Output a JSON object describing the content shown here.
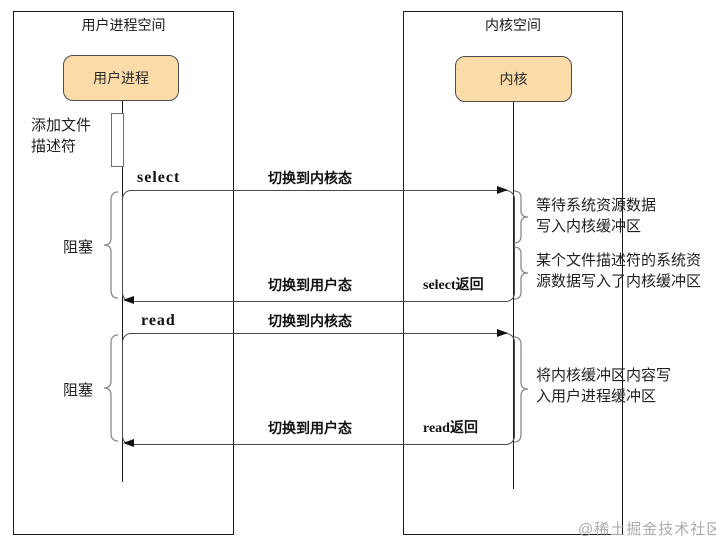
{
  "frames": {
    "user_space": "用户进程空间",
    "kernel_space": "内核空间"
  },
  "actors": {
    "user_process": "用户进程",
    "kernel": "内核"
  },
  "messages": {
    "select_call": "select",
    "select_switch": "切换到内核态",
    "select_return_switch": "切换到用户态",
    "select_return": "select返回",
    "read_call": "read",
    "read_switch": "切换到内核态",
    "read_return_switch": "切换到用户态",
    "read_return": "read返回"
  },
  "notes": {
    "add_fd": [
      "添加文件",
      "描述符"
    ],
    "block_select": "阻塞",
    "block_read": "阻塞",
    "wait_data": [
      "等待系统资源数据",
      "写入内核缓冲区"
    ],
    "data_ready": [
      "某个文件描述符的系统资",
      "源数据写入了内核缓冲区"
    ],
    "copy_buffer": [
      "将内核缓冲区内容写",
      "入用户进程缓冲区"
    ]
  },
  "watermark": "@稀土掘金技术社区",
  "colors": {
    "line": "#1a1a1a",
    "actor_fill": "#fbdca8",
    "actor_border": "#4d4d4d",
    "brace": "#8a8a8a",
    "watermark": "#ababab"
  }
}
